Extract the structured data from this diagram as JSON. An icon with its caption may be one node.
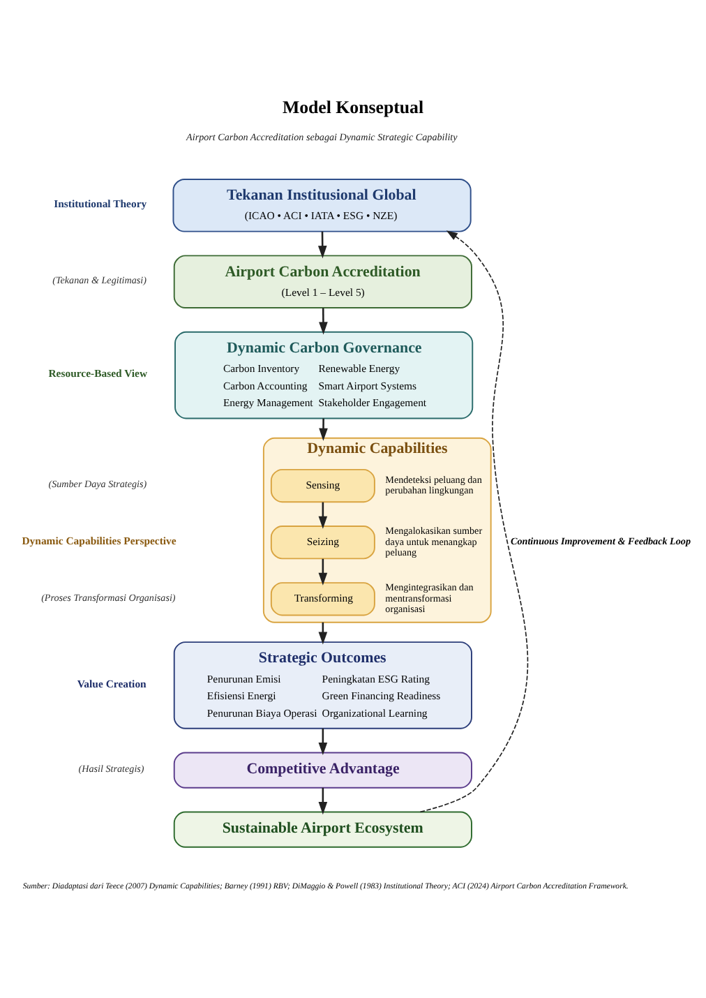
{
  "diagram": {
    "title": "Model Konseptual",
    "caption": "Sumber: Diadaptasi dari Teece (2007) Dynamic Capabilities; Barney (1991) RBV; DiMaggio & Powell (1983) Institutional Theory; ACI (2024) Airport Carbon Accreditation Framework.",
    "nodes": [
      {
        "text": [
          "Tekanan Institusional Global",
          "(ICAO • ACI • IATA • ESG • NZE)"
        ]
      },
      {
        "text": [
          "Airport Carbon Accreditation",
          "(Level 1 – Level 5)"
        ]
      },
      {
        "text": [
          "Dynamic Carbon Governance",
          "Carbon Inventory",
          "Carbon Accounting",
          "Energy Management",
          "Renewable Energy",
          "Smart Airport Systems",
          "Stakeholder Engagement"
        ]
      },
      {
        "text": [
          "Dynamic Capabilities"
        ]
      },
      {
        "text": [
          "Sensing"
        ],
        "in": 3,
        "beside": [
          "Mendeteksi peluang dan perubahan lingkungan"
        ]
      },
      {
        "text": [
          "Seizing"
        ],
        "in": 3,
        "beside": [
          "Mengalokasikan sumber daya untuk menangkap peluang"
        ]
      },
      {
        "text": [
          "Transforming"
        ],
        "in": 3,
        "beside": [
          "Mengintegrasikan dan mentransformasi organisasi"
        ]
      },
      {
        "text": [
          "Strategic Outcomes",
          "Penurunan Emisi",
          "Efisiensi Energi",
          "Penurunan Biaya Operasi",
          "Peningkatan ESG Rating",
          "Green Financing Readiness",
          "Organizational Learning"
        ]
      },
      {
        "text": [
          "Competitive Advantage"
        ]
      },
      {
        "text": [
          "Sustainable Airport Ecosystem"
        ]
      }
    ],
    "edges": [
      {
        "from": 0,
        "to": 1,
        "arrow": "to"
      },
      {
        "from": 1,
        "to": 2,
        "arrow": "to"
      },
      {
        "from": 2,
        "to": 3,
        "arrow": "to"
      },
      {
        "from": 4,
        "to": 5,
        "arrow": "to"
      },
      {
        "from": 5,
        "to": 6,
        "arrow": "to"
      },
      {
        "from": 3,
        "to": 7,
        "arrow": "to"
      },
      {
        "from": 7,
        "to": 8,
        "arrow": "to"
      },
      {
        "from": 8,
        "to": 9,
        "arrow": "to"
      },
      {
        "from": 9,
        "to": 0,
        "arrow": "to",
        "style": "dashed",
        "label": "Continuous Improvement & Feedback Loop"
      }
    ],
    "labels": [
      "Airport Carbon Accreditation sebagai Dynamic Strategic Capability",
      "Institutional Theory",
      "(Tekanan & Legitimasi)",
      "Resource-Based View",
      "(Sumber Daya Strategis)",
      "Dynamic Capabilities Perspective",
      "(Proses Transformasi Organisasi)",
      "Value Creation",
      "(Hasil Strategis)"
    ]
  }
}
